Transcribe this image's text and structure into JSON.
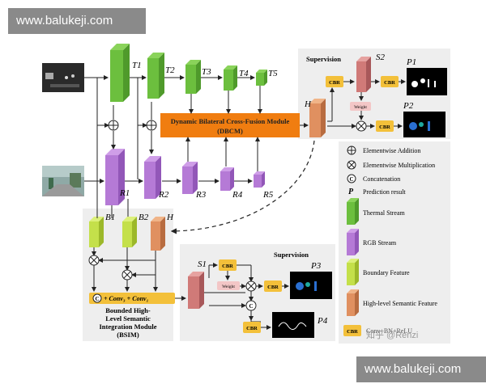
{
  "watermark": {
    "top": "www.balukeji.com",
    "bottom": "www.balukeji.com"
  },
  "stream_labels": {
    "thermal": [
      "T1",
      "T2",
      "T3",
      "T4",
      "T5"
    ],
    "rgb": [
      "R1",
      "R2",
      "R3",
      "R4",
      "R5"
    ]
  },
  "dbcm": {
    "line1": "Dynamic Bilateral Cross-Fusion Module",
    "line2": "(DBCM)"
  },
  "supervision_top": {
    "title": "Supervision",
    "s_label": "S2",
    "h_label": "H",
    "cbr": [
      "CBR",
      "CBR",
      "CBR"
    ],
    "weight": "Weight",
    "p_labels": [
      "P1",
      "P2"
    ]
  },
  "bsim": {
    "b_labels": [
      "B1",
      "B2"
    ],
    "h_label": "H",
    "concat_formula": "+ Conv₃ + Conv₁",
    "concat_c": "C",
    "title": [
      "Bounded High-",
      "Level Semantic",
      "Integration Module",
      "(BSIM)"
    ]
  },
  "supervision_bottom": {
    "title": "Supervision",
    "s_label": "S1",
    "cbr": [
      "CBR",
      "CBR",
      "CBR"
    ],
    "weight": "Weight",
    "c": "C",
    "p_labels": [
      "P3",
      "P4"
    ]
  },
  "legend": {
    "items": [
      {
        "symbol": "plus",
        "label": "Elementwise Addition"
      },
      {
        "symbol": "times",
        "label": "Elementwise Multiplication"
      },
      {
        "symbol": "c",
        "label": "Concatenation"
      },
      {
        "symbol": "p",
        "label": "Prediction result"
      },
      {
        "symbol": "green",
        "label": "Thermal Stream"
      },
      {
        "symbol": "purple",
        "label": "RGB Stream"
      },
      {
        "symbol": "lime",
        "label": "Boundary Feature"
      },
      {
        "symbol": "orange",
        "label": "High-level Semantic Feature"
      },
      {
        "symbol": "cbr",
        "label": "Conv+BN+ReLU"
      }
    ],
    "symbols": {
      "c": "C",
      "p": "P",
      "cbr": "CBR"
    }
  },
  "credit": "知乎 @Renzi",
  "colors": {
    "thermal": "#6cbf3e",
    "rgb": "#b57ad6",
    "boundary": "#c4e04a",
    "semantic": "#e09060",
    "dbcm": "#f07d10",
    "cbr": "#f3c03a",
    "supervision_s": "#d07a78",
    "panel": "#eeeeee"
  }
}
